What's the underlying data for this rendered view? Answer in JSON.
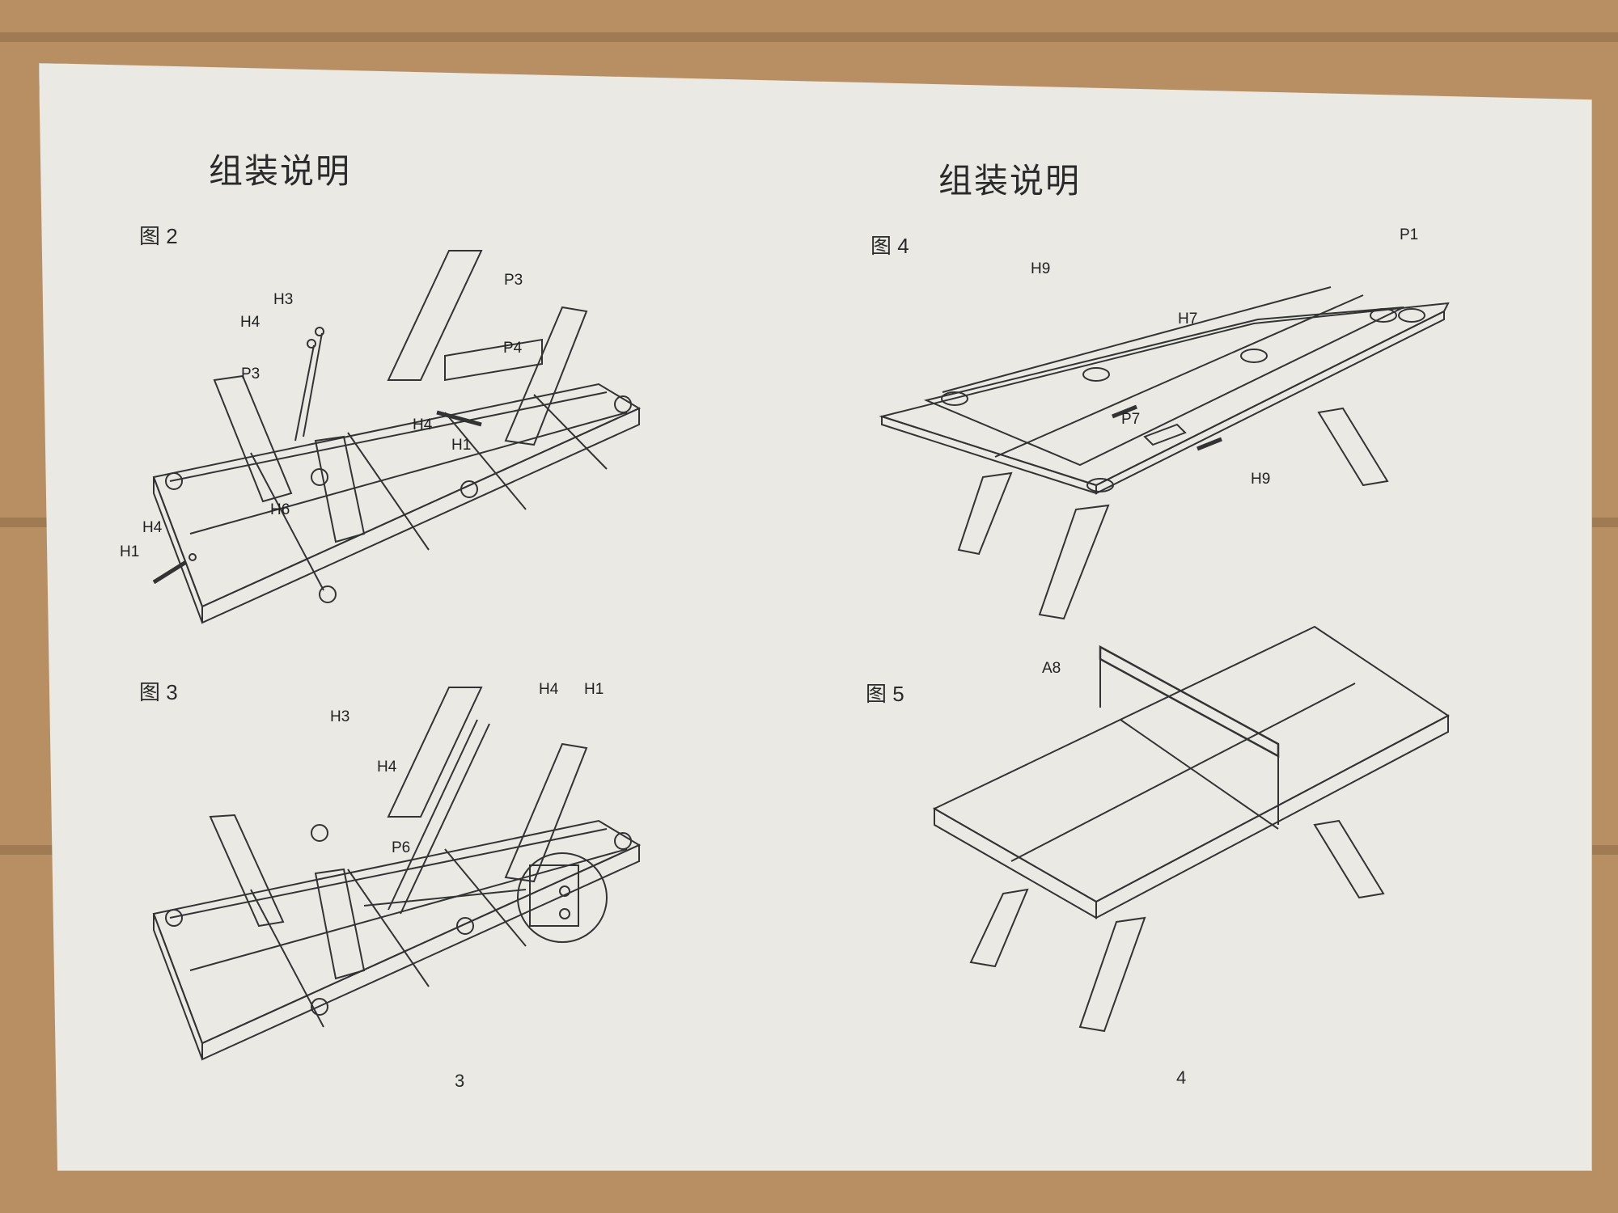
{
  "left_page": {
    "heading": "组装说明",
    "page_number": "3",
    "figures": [
      {
        "label": "图 2",
        "parts": [
          "H3",
          "H4",
          "P3",
          "P4",
          "P3",
          "H4",
          "H1",
          "H6",
          "H4",
          "H1"
        ]
      },
      {
        "label": "图 3",
        "parts": [
          "H3",
          "H4",
          "H1",
          "H4",
          "P6"
        ]
      }
    ]
  },
  "right_page": {
    "heading": "组装说明",
    "page_number": "4",
    "figures": [
      {
        "label": "图 4",
        "parts": [
          "P1",
          "H9",
          "H7",
          "P7",
          "H9"
        ]
      },
      {
        "label": "图 5",
        "parts": [
          "A8"
        ]
      }
    ]
  }
}
